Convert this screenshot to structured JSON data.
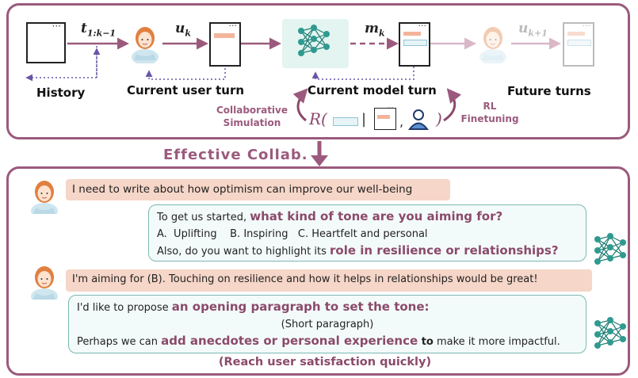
{
  "top": {
    "math_t": "t",
    "math_t_sub": "1:k−1",
    "math_u": "u",
    "math_u_sub": "k",
    "math_m": "m",
    "math_m_sub": "k",
    "math_u_future": "u",
    "math_u_future_sub": "k+1",
    "history_label": "History",
    "current_user_label": "Current user turn",
    "current_model_label": "Current model turn",
    "future_label": "Future turns",
    "collab_sim_line1": "Collaborative",
    "collab_sim_line2": "Simulation",
    "rl_line1": "RL",
    "rl_line2": "Finetuning",
    "reward_R": "R(",
    "reward_bar": "|",
    "reward_comma": ",",
    "reward_close": ")",
    "doc_dots": "···"
  },
  "middle": {
    "effective_label": "Effective Collab."
  },
  "chat": {
    "user_msg_1": "I need to write about how optimism can improve our well-being",
    "model_1_line1_pre": "To get us started, ",
    "model_1_line1_hl": "what kind of tone are you aiming for?",
    "model_1_line2": "A.  Uplifting    B. Inspiring   C. Heartfelt and personal",
    "model_1_line3_pre": "Also, do you want to highlight its ",
    "model_1_line3_hl": "role in resilience or relationships?",
    "user_msg_2": "I'm aiming for (B). Touching on resilience and how it helps in relationships would be great!",
    "model_2_line1_pre": "I'd like to propose ",
    "model_2_line1_hl": "an opening paragraph to set the tone:",
    "model_2_line2": "(Short paragraph)",
    "model_2_line3_pre": "Perhaps we can ",
    "model_2_line3_hl": "add anecdotes or personal experience",
    "model_2_line3_mid": " to",
    "model_2_line3_post": " make it more impactful.",
    "reach_label": "(Reach user satisfaction quickly)"
  },
  "colors": {
    "accent": "#9b5a7d",
    "teal": "#2f9a8f",
    "user_bubble": "#f6d6c8",
    "model_border": "#7ab9b2"
  },
  "icons": [
    "person-icon",
    "neural-network-icon",
    "document-icon",
    "user-silhouette-icon",
    "curved-arrow-icon",
    "down-arrow-icon"
  ]
}
